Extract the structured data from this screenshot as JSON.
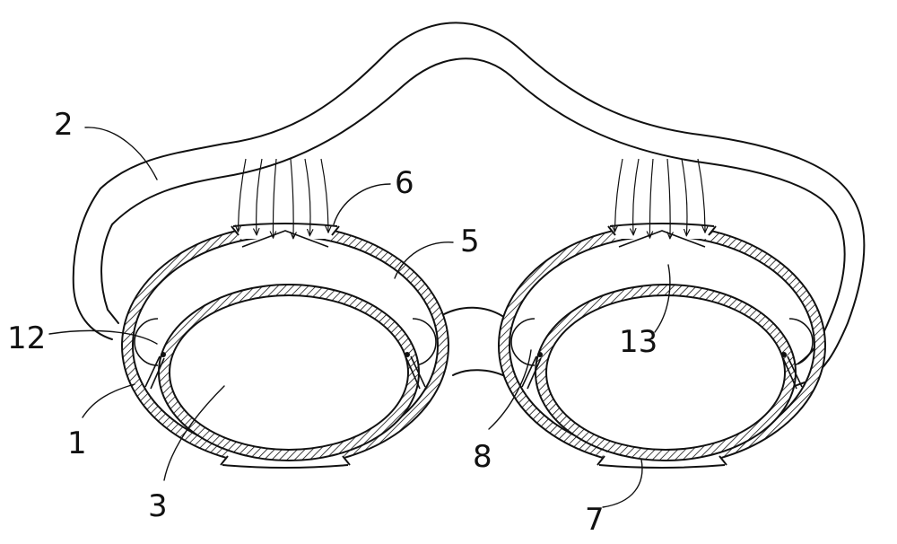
{
  "diagram": {
    "labels": {
      "l1": "1",
      "l2": "2",
      "l3": "3",
      "l5": "5",
      "l6": "6",
      "l7": "7",
      "l8": "8",
      "l12": "12",
      "l13": "13"
    }
  }
}
